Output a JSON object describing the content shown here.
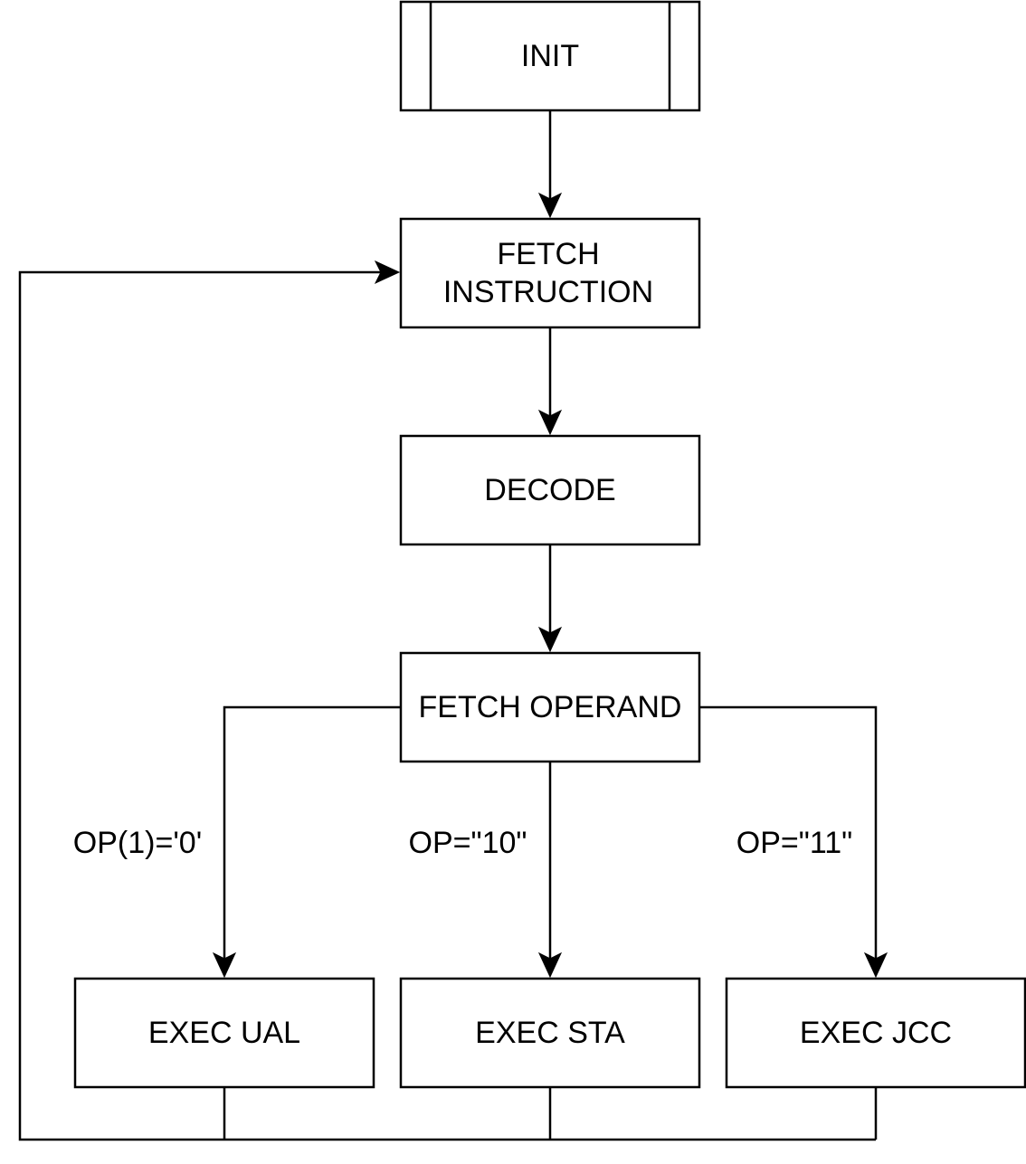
{
  "diagram": {
    "nodes": {
      "init": "INIT",
      "fetch_instruction_line1": "FETCH",
      "fetch_instruction_line2": "INSTRUCTION",
      "decode": "DECODE",
      "fetch_operand": "FETCH OPERAND",
      "exec_ual": "EXEC UAL",
      "exec_sta": "EXEC STA",
      "exec_jcc": "EXEC JCC"
    },
    "edge_labels": {
      "to_ual": "OP(1)='0'",
      "to_sta": "OP=\"10\"",
      "to_jcc": "OP=\"11\""
    }
  }
}
